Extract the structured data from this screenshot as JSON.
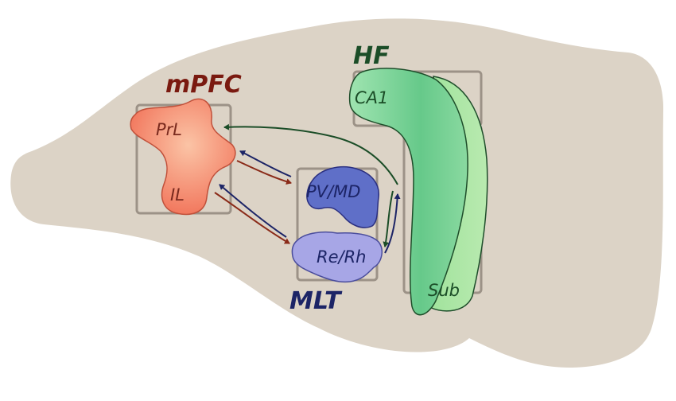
{
  "diagram": {
    "regions": [
      {
        "id": "mpfc",
        "title": "mPFC",
        "color": "#7a1a10",
        "subregions": [
          {
            "label": "PrL"
          },
          {
            "label": "IL"
          }
        ]
      },
      {
        "id": "mlt",
        "title": "MLT",
        "color": "#1c2466",
        "subregions": [
          {
            "label": "PV/MD"
          },
          {
            "label": "Re/Rh"
          }
        ]
      },
      {
        "id": "hf",
        "title": "HF",
        "color": "#1b4d27",
        "subregions": [
          {
            "label": "CA1"
          },
          {
            "label": "Sub"
          }
        ]
      }
    ],
    "colors": {
      "brain": "#dcd3c6",
      "box": "#9c9287",
      "mpfc_fill": "#f4876a",
      "mpfc_core": "#fbc4a6",
      "mlt_pv": "#5f6fc8",
      "mlt_re": "#a7a6e6",
      "hf_main": "#7ed79a",
      "hf_back": "#a3e39e",
      "arrow_red": "#8a2a18",
      "arrow_blue": "#1c2466",
      "arrow_green": "#1b4d27"
    }
  }
}
